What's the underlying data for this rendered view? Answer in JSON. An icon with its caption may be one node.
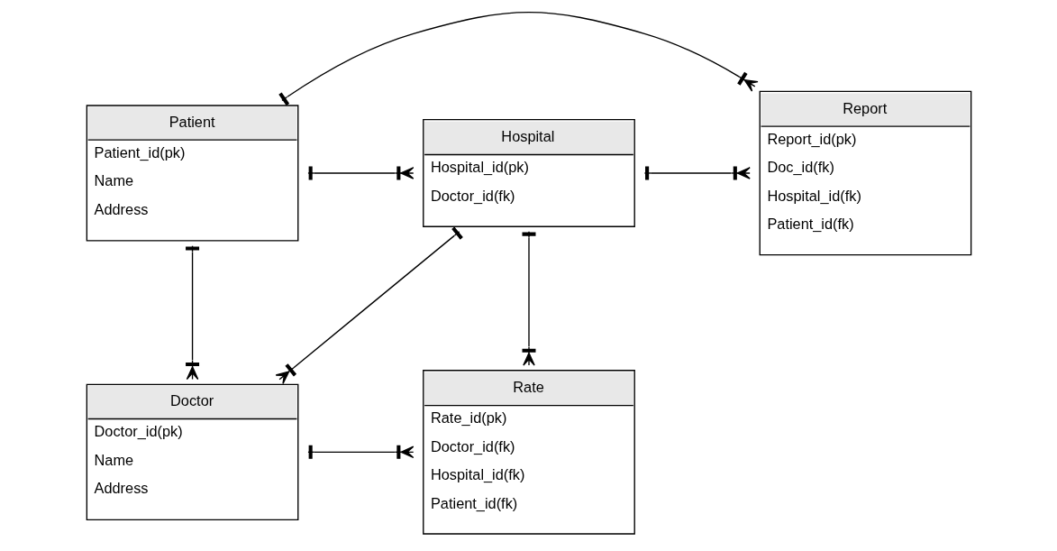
{
  "diagram": {
    "nodes": [
      {
        "text": [
          "Patient",
          "Patient_id(pk)",
          "Name",
          "Address"
        ]
      },
      {
        "text": [
          "Hospital",
          "Hospital_id(pk)",
          "Doctor_id(fk)"
        ]
      },
      {
        "text": [
          "Report",
          "Report_id(pk)",
          "Doc_id(fk)",
          "Hospital_id(fk)",
          "Patient_id(fk)"
        ]
      },
      {
        "text": [
          "Doctor",
          "Doctor_id(pk)",
          "Name",
          "Address"
        ]
      },
      {
        "text": [
          "Rate",
          "Rate_id(pk)",
          "Doctor_id(fk)",
          "Hospital_id(fk)",
          "Patient_id(fk)"
        ]
      }
    ],
    "edges": [
      {
        "from": 0,
        "to": 1,
        "arrow": "other"
      },
      {
        "from": 1,
        "to": 2,
        "arrow": "other"
      },
      {
        "from": 0,
        "to": 2,
        "arrow": "other"
      },
      {
        "from": 0,
        "to": 3,
        "arrow": "other"
      },
      {
        "from": 1,
        "to": 3,
        "arrow": "other"
      },
      {
        "from": 1,
        "to": 4,
        "arrow": "other"
      },
      {
        "from": 3,
        "to": 4,
        "arrow": "other"
      }
    ]
  }
}
